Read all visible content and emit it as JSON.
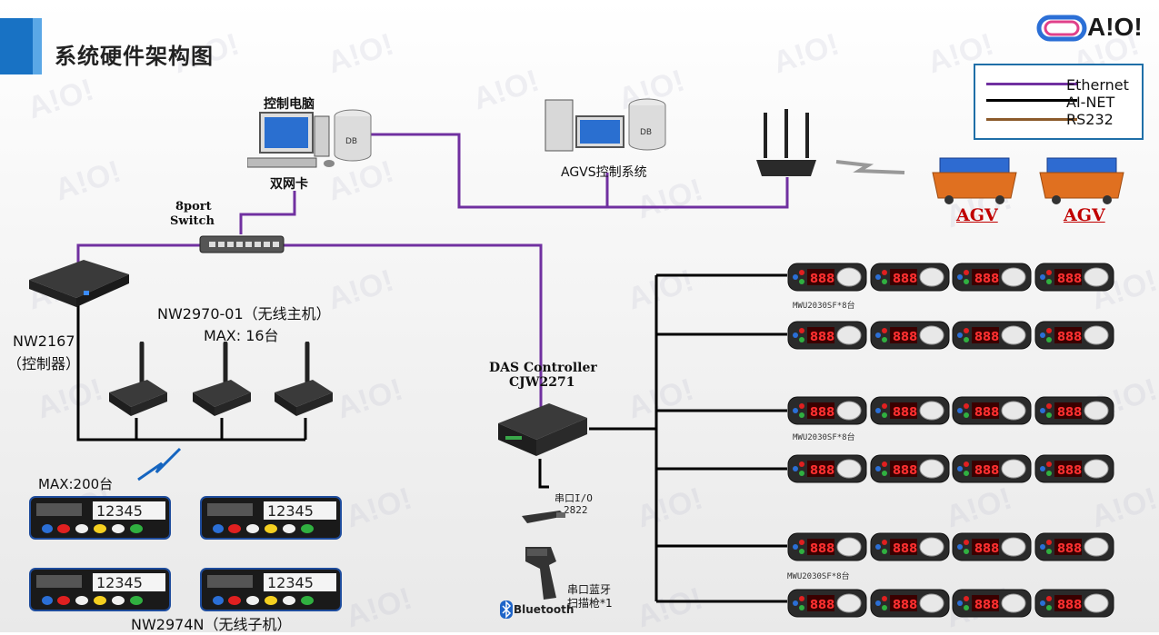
{
  "page": {
    "title": "系统硬件架构图"
  },
  "logo": {
    "text": "A!O!"
  },
  "legend": {
    "items": [
      {
        "label": "Ethernet",
        "color": "#7030a0"
      },
      {
        "label": "AI-NET",
        "color": "#000000"
      },
      {
        "label": "RS232",
        "color": "#8b5a2b"
      }
    ]
  },
  "nodes": {
    "control_pc": {
      "label": "控制电脑",
      "db": "DB"
    },
    "dual_nic": {
      "label": "双网卡"
    },
    "switch": {
      "label_line1": "8port",
      "label_line2": "Switch"
    },
    "agvs_system": {
      "label": "AGVS控制系统",
      "db": "DB"
    },
    "agv1": {
      "label": "AGV"
    },
    "agv2": {
      "label": "AGV"
    },
    "nw2167": {
      "label_line1": "NW2167",
      "label_line2": "（控制器）"
    },
    "nw2970": {
      "label_line1": "NW2970-01（无线主机）",
      "label_line2": "MAX: 16台"
    },
    "das_controller": {
      "label_line1": "DAS Controller",
      "label_line2": "CJW2271"
    },
    "serial_io": {
      "label_line1": "串口I/O",
      "label_line2": "2822"
    },
    "bt_scanner": {
      "label_line1": "串口蓝牙",
      "label_line2": "扫描枪*1",
      "brand": "Bluetooth"
    },
    "nw2974n": {
      "max_label": "MAX:200台",
      "label": "NW2974N（无线子机）",
      "display": "12345"
    },
    "mwu_groups": [
      {
        "label": "MWU2030SF*8台",
        "displays": [
          "888",
          "888",
          "888",
          "888",
          "888",
          "888",
          "888",
          "888"
        ]
      },
      {
        "label": "MWU2030SF*8台",
        "displays": [
          "888",
          "888",
          "888",
          "888",
          "888",
          "888",
          "888",
          "888"
        ]
      },
      {
        "label": "MWU2030SF*8台",
        "displays": [
          "888",
          "888",
          "888",
          "888",
          "888",
          "888",
          "888",
          "888"
        ]
      }
    ]
  },
  "colors": {
    "ethernet": "#7030a0",
    "ainet": "#000000",
    "rs232": "#8b5a2b",
    "accent": "#1872c4",
    "agv_text": "#c00000"
  }
}
